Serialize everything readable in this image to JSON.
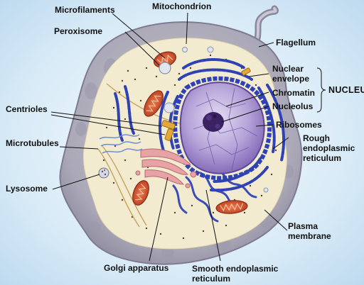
{
  "diagram": {
    "background_color": "#dcebf6",
    "cell_color": "#b5b3bf",
    "cytoplasm_color": "#f2ebcf",
    "nucleus_color": "#9c86c6",
    "er_color": "#3747b6",
    "mitochondria_color": "#d5512f",
    "labels": {
      "microfilaments": "Microfilaments",
      "mitochondrion": "Mitochondrion",
      "peroxisome": "Peroxisome",
      "flagellum": "Flagellum",
      "nuclear_envelope_1": "Nuclear",
      "nuclear_envelope_2": "envelope",
      "chromatin": "Chromatin",
      "nucleolus": "Nucleolus",
      "nucleus_group": "NUCLEUS",
      "centrioles": "Centrioles",
      "ribosomes": "Ribosomes",
      "rough_er_1": "Rough",
      "rough_er_2": "endoplasmic",
      "rough_er_3": "reticulum",
      "microtubules": "Microtubules",
      "lysosome": "Lysosome",
      "plasma_membrane_1": "Plasma",
      "plasma_membrane_2": "membrane",
      "golgi": "Golgi apparatus",
      "smooth_er_1": "Smooth endoplasmic",
      "smooth_er_2": "reticulum"
    }
  }
}
